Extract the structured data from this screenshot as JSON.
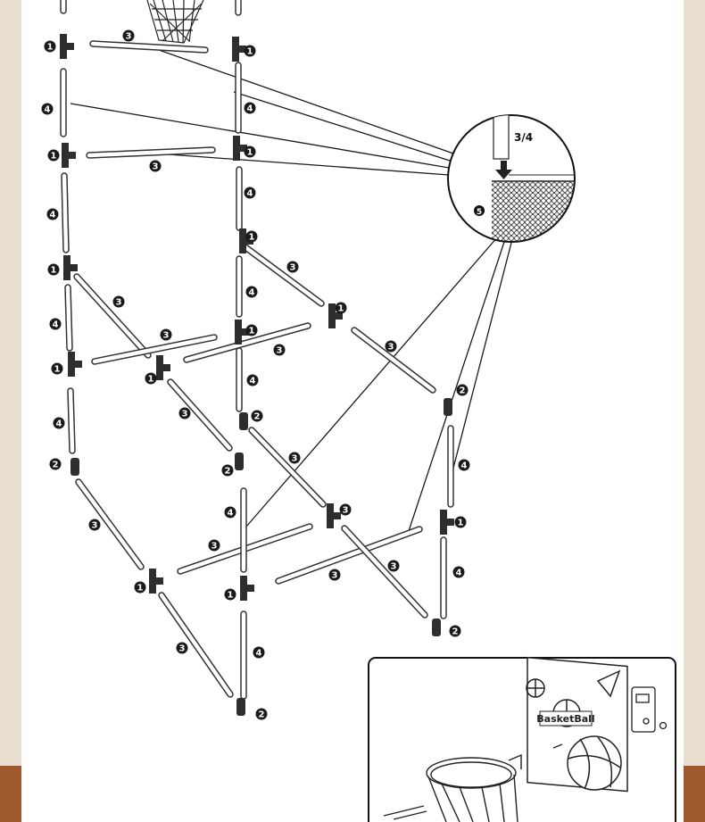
{
  "callouts": [
    {
      "id": "c1a",
      "label": "1"
    },
    {
      "id": "c1b",
      "label": "1"
    },
    {
      "id": "c1c",
      "label": "1"
    },
    {
      "id": "c1d",
      "label": "1"
    },
    {
      "id": "c1e",
      "label": "1"
    },
    {
      "id": "c1f",
      "label": "1"
    },
    {
      "id": "c1g",
      "label": "1"
    },
    {
      "id": "c1h",
      "label": "1"
    },
    {
      "id": "c1i",
      "label": "1"
    },
    {
      "id": "c1j",
      "label": "1"
    },
    {
      "id": "c1k",
      "label": "1"
    },
    {
      "id": "c1l",
      "label": "1"
    },
    {
      "id": "c1m",
      "label": "1"
    },
    {
      "id": "c2a",
      "label": "2"
    },
    {
      "id": "c2b",
      "label": "2"
    },
    {
      "id": "c2c",
      "label": "2"
    },
    {
      "id": "c2d",
      "label": "2"
    },
    {
      "id": "c2e",
      "label": "2"
    },
    {
      "id": "c2f",
      "label": "2"
    },
    {
      "id": "c3a",
      "label": "3"
    },
    {
      "id": "c3b",
      "label": "3"
    },
    {
      "id": "c3c",
      "label": "3"
    },
    {
      "id": "c3d",
      "label": "3"
    },
    {
      "id": "c3e",
      "label": "3"
    },
    {
      "id": "c3f",
      "label": "3"
    },
    {
      "id": "c3g",
      "label": "3"
    },
    {
      "id": "c3h",
      "label": "3"
    },
    {
      "id": "c3i",
      "label": "3"
    },
    {
      "id": "c3j",
      "label": "3"
    },
    {
      "id": "c3k",
      "label": "3"
    },
    {
      "id": "c3l",
      "label": "3"
    },
    {
      "id": "c3m",
      "label": "3"
    },
    {
      "id": "c3n",
      "label": "3"
    },
    {
      "id": "c3o",
      "label": "3"
    },
    {
      "id": "c4a",
      "label": "4"
    },
    {
      "id": "c4b",
      "label": "4"
    },
    {
      "id": "c4c",
      "label": "4"
    },
    {
      "id": "c4d",
      "label": "4"
    },
    {
      "id": "c4e",
      "label": "4"
    },
    {
      "id": "c4f",
      "label": "4"
    },
    {
      "id": "c4g",
      "label": "4"
    },
    {
      "id": "c4h",
      "label": "4"
    },
    {
      "id": "c4i",
      "label": "4"
    },
    {
      "id": "c4j",
      "label": "4"
    },
    {
      "id": "c4k",
      "label": "4"
    },
    {
      "id": "c4l",
      "label": "4"
    }
  ],
  "detail": {
    "part_pipe": "3/4",
    "part_net": "5"
  },
  "backboard": {
    "text": "BasketBall"
  },
  "colors": {
    "pipe_fill": "#ffffff",
    "pipe_stroke": "#333333",
    "connector": "#2e2e2e",
    "ink": "#1a1a1a",
    "page_bg": "#e7dccd"
  }
}
